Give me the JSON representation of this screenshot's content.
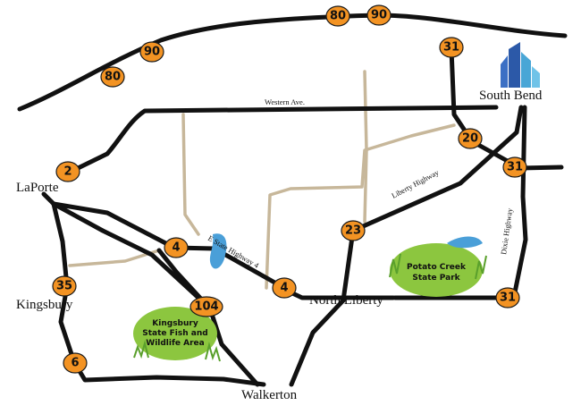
{
  "cities": {
    "south_bend": "South Bend",
    "laporte": "LaPorte",
    "kingsbury": "Kingsbury",
    "north_liberty": "North Liberty",
    "walkerton": "Walkerton"
  },
  "roads": {
    "western_ave": "Western Ave.",
    "e_state_hwy_4": "E State Highway 4",
    "liberty_hwy": "Liberty Highway",
    "dixie_hwy": "Dixie Highway"
  },
  "shields": {
    "i80_left": "80",
    "i90_left": "90",
    "i80_top": "80",
    "i90_top": "90",
    "us31_north": "31",
    "sr20": "20",
    "us31_mid": "31",
    "sr2": "2",
    "sr4_west": "4",
    "sr4_east": "4",
    "sr23": "23",
    "sr35": "35",
    "sr104": "104",
    "us31_south": "31",
    "sr6": "6"
  },
  "parks": {
    "kingsbury": {
      "line1": "Kingsbury",
      "line2": "State Fish and",
      "line3": "Wildlife Area"
    },
    "potato_creek": {
      "line1": "Potato Creek",
      "line2": "State Park"
    }
  },
  "colors": {
    "shield": "#f39323",
    "road": "#111111",
    "side_road": "#c7b79a",
    "park": "#8cc63f",
    "water": "#4a9fd8"
  }
}
